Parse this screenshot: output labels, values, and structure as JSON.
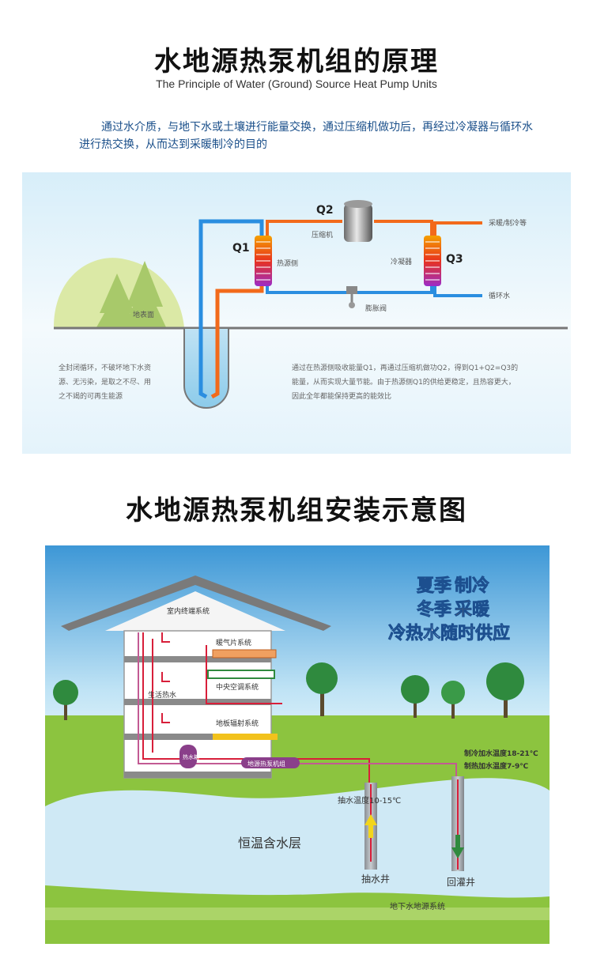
{
  "section1": {
    "title": "水地源热泵机组的原理",
    "subtitle": "The Principle of Water (Ground) Source Heat Pump Units",
    "intro": "通过水介质，与地下水或土壤进行能量交换，通过压缩机做功后，再经过冷凝器与循环水进行热交换，从而达到采暖制冷的目的"
  },
  "principle": {
    "q1": "Q1",
    "q2": "Q2",
    "q3": "Q3",
    "compressor": "压缩机",
    "heat_source_side": "热源侧",
    "condenser": "冷凝器",
    "expansion_valve": "膨胀阀",
    "output_top": "采暖/制冷等",
    "output_bottom": "循环水",
    "ground_surface": "地表面",
    "left_note": [
      "全封闭循环，不破坏地下水资",
      "源、无污染，是取之不尽、用",
      "之不竭的可再生能源"
    ],
    "right_note": [
      "通过在热源侧吸收能量Q1，再通过压缩机做功Q2，得到Q1+Q2=Q3的",
      "能量，从而实现大量节能。由于热源侧Q1的供给更稳定，且热容更大，",
      "因此全年都能保持更高的能效比"
    ]
  },
  "section2": {
    "title": "水地源热泵机组安装示意图"
  },
  "install": {
    "slogan": [
      "夏季",
      "制冷",
      "冬季",
      "采暖",
      "冷热水随时供应"
    ],
    "indoor_terminal": "室内终端系统",
    "radiator": "暖气片系统",
    "central_ac": "中央空调系统",
    "domestic_hot_water": "生活热水",
    "floor_radiant": "地板辐射系统",
    "hot_water_tank": "热水箱",
    "unit": "地源热泵机组",
    "cooling_return": "制冷加水温度18-21℃",
    "heating_return": "制热加水温度7-9℃",
    "extraction_temp": "抽水温度10-15℃",
    "aquifer": "恒温含水层",
    "extraction_well": "抽水井",
    "recharge_well": "回灌井",
    "system": "地下水地源系统"
  },
  "colors": {
    "hot": "#f26a1b",
    "cold": "#2a8ee0",
    "sky": "#4aa7e0",
    "grass": "#8cc43f",
    "water": "#cfe9f5",
    "house_pipe_red": "#d81f3a",
    "house_pipe_pink": "#c25a93",
    "unit_purple": "#8a3f8a"
  }
}
